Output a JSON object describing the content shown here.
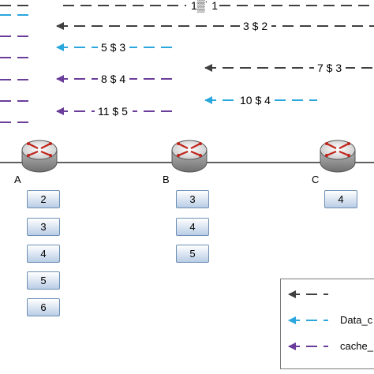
{
  "arrows": [
    {
      "label": "1▒˙ 1",
      "color": "#404040"
    },
    {
      "label": "3 $ 2",
      "color": "#404040"
    },
    {
      "label": "5 $ 3",
      "color": "#2aa7dc"
    },
    {
      "label": "8 $ 4",
      "color": "#6a3d9a"
    },
    {
      "label": "11 $ 5",
      "color": "#6a3d9a"
    },
    {
      "label": "7 $ 3",
      "color": "#404040"
    },
    {
      "label": "10 $ 4",
      "color": "#2aa7dc"
    }
  ],
  "nodes": [
    {
      "label": "A",
      "cache": [
        "2",
        "3",
        "4",
        "5",
        "6"
      ]
    },
    {
      "label": "B",
      "cache": [
        "3",
        "4",
        "5"
      ]
    },
    {
      "label": "C",
      "cache": [
        "4"
      ]
    }
  ],
  "legend": [
    {
      "label": "",
      "color": "#404040"
    },
    {
      "label": "Data_c",
      "color": "#2aa7dc"
    },
    {
      "label": "cache_",
      "color": "#6a3d9a"
    }
  ]
}
